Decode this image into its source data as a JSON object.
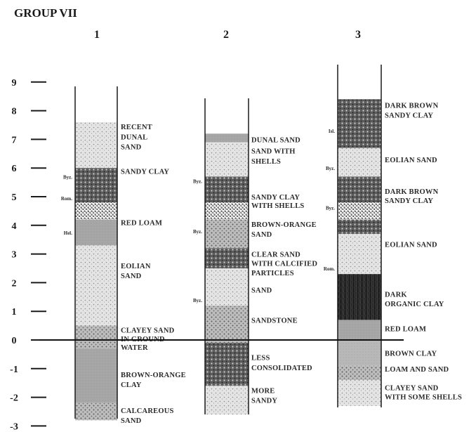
{
  "title": "GROUP VII",
  "column_numbers": [
    "1",
    "2",
    "3"
  ],
  "depth_ticks": [
    "9",
    "8",
    "7",
    "6",
    "5",
    "4",
    "3",
    "2",
    "1",
    "0",
    "-1",
    "-2",
    "-3"
  ],
  "columns": [
    {
      "number": "1",
      "layers": [
        {
          "name": "recent-dunal-sand",
          "top": 7.6,
          "bottom": 6.0,
          "pattern": "dot-light"
        },
        {
          "name": "sandy-clay",
          "top": 6.0,
          "bottom": 4.8,
          "pattern": "dot-dark"
        },
        {
          "name": "white-band",
          "top": 4.8,
          "bottom": 4.2,
          "pattern": "hatch"
        },
        {
          "name": "red-loam",
          "top": 4.2,
          "bottom": 3.3,
          "pattern": "grey"
        },
        {
          "name": "eolian-sand",
          "top": 3.3,
          "bottom": 0.5,
          "pattern": "dot-light"
        },
        {
          "name": "clayey-sand",
          "top": 0.5,
          "bottom": -0.3,
          "pattern": "dot-mid"
        },
        {
          "name": "brown-orange-clay",
          "top": -0.3,
          "bottom": -2.2,
          "pattern": "grey"
        },
        {
          "name": "calcareous-sand",
          "top": -2.2,
          "bottom": -2.8,
          "pattern": "dot-mid"
        }
      ],
      "labels": [
        {
          "text": "RECENT",
          "y": 7.45
        },
        {
          "text": "DUNAL",
          "y": 7.1
        },
        {
          "text": "SAND",
          "y": 6.75
        },
        {
          "text": "SANDY CLAY",
          "y": 5.9
        },
        {
          "text": "RED LOAM",
          "y": 4.1
        },
        {
          "text": "EOLIAN",
          "y": 2.6
        },
        {
          "text": "SAND",
          "y": 2.25
        },
        {
          "text": "CLAYEY SAND",
          "y": 0.35
        },
        {
          "text": "IN GROUND",
          "y": 0.05
        },
        {
          "text": "WATER",
          "y": -0.25
        },
        {
          "text": "BROWN-ORANGE",
          "y": -1.2
        },
        {
          "text": "CLAY",
          "y": -1.55
        },
        {
          "text": "CALCAREOUS",
          "y": -2.45
        },
        {
          "text": "SAND",
          "y": -2.8
        }
      ],
      "side_labels": [
        {
          "text": "Byz.",
          "y": 5.7
        },
        {
          "text": "Rom.",
          "y": 4.95
        },
        {
          "text": "Hel.",
          "y": 3.75
        }
      ]
    },
    {
      "number": "2",
      "layers": [
        {
          "name": "dunal-sand",
          "top": 7.2,
          "bottom": 6.9,
          "pattern": "grey"
        },
        {
          "name": "sand-with-shells",
          "top": 6.9,
          "bottom": 5.7,
          "pattern": "dot-light"
        },
        {
          "name": "sandy-clay-with-shells",
          "top": 5.7,
          "bottom": 4.8,
          "pattern": "dot-dark"
        },
        {
          "name": "white-band",
          "top": 4.8,
          "bottom": 4.2,
          "pattern": "hatch"
        },
        {
          "name": "brown-orange-sand",
          "top": 4.2,
          "bottom": 3.2,
          "pattern": "dot-mid"
        },
        {
          "name": "clear-sand-calcified",
          "top": 3.2,
          "bottom": 2.5,
          "pattern": "dot-dark"
        },
        {
          "name": "sand",
          "top": 2.5,
          "bottom": 1.2,
          "pattern": "dot-light"
        },
        {
          "name": "sandstone",
          "top": 1.2,
          "bottom": -0.1,
          "pattern": "dot-mid"
        },
        {
          "name": "less-consolidated",
          "top": -0.1,
          "bottom": -1.6,
          "pattern": "dot-dark"
        },
        {
          "name": "more-sandy",
          "top": -1.6,
          "bottom": -2.6,
          "pattern": "dot-light"
        }
      ],
      "labels": [
        {
          "text": "DUNAL SAND",
          "y": 7.0
        },
        {
          "text": "SAND WITH",
          "y": 6.6
        },
        {
          "text": "SHELLS",
          "y": 6.25
        },
        {
          "text": "SANDY CLAY",
          "y": 5.0
        },
        {
          "text": "WITH SHELLS",
          "y": 4.7
        },
        {
          "text": "BROWN-ORANGE",
          "y": 4.05
        },
        {
          "text": "SAND",
          "y": 3.7
        },
        {
          "text": "CLEAR SAND",
          "y": 3.0
        },
        {
          "text": "WITH CALCIFIED",
          "y": 2.68
        },
        {
          "text": "PARTICLES",
          "y": 2.35
        },
        {
          "text": "SAND",
          "y": 1.75
        },
        {
          "text": "SANDSTONE",
          "y": 0.7
        },
        {
          "text": "LESS",
          "y": -0.6
        },
        {
          "text": "CONSOLIDATED",
          "y": -0.95
        },
        {
          "text": "MORE",
          "y": -1.75
        },
        {
          "text": "SANDY",
          "y": -2.1
        }
      ],
      "side_labels": [
        {
          "text": "Byz.",
          "y": 5.55
        },
        {
          "text": "Byz.",
          "y": 3.8
        },
        {
          "text": "Byz.",
          "y": 1.4
        }
      ]
    },
    {
      "number": "3",
      "layers": [
        {
          "name": "dark-brown-sandy-clay-top",
          "top": 8.4,
          "bottom": 6.7,
          "pattern": "dot-dark"
        },
        {
          "name": "eolian-sand-upper",
          "top": 6.7,
          "bottom": 5.7,
          "pattern": "dot-light"
        },
        {
          "name": "dark-brown-sandy-clay",
          "top": 5.7,
          "bottom": 4.8,
          "pattern": "dot-dark"
        },
        {
          "name": "white-band",
          "top": 4.8,
          "bottom": 4.2,
          "pattern": "hatch"
        },
        {
          "name": "dark-thin",
          "top": 4.2,
          "bottom": 3.7,
          "pattern": "dot-dark"
        },
        {
          "name": "eolian-sand",
          "top": 3.7,
          "bottom": 2.3,
          "pattern": "dot-light"
        },
        {
          "name": "dark-organic-clay",
          "top": 2.3,
          "bottom": 0.7,
          "pattern": "organic"
        },
        {
          "name": "red-loam",
          "top": 0.7,
          "bottom": 0.0,
          "pattern": "grey"
        },
        {
          "name": "brown-clay",
          "top": 0.0,
          "bottom": -0.9,
          "pattern": "grey-light"
        },
        {
          "name": "loam-and-sand",
          "top": -0.9,
          "bottom": -1.4,
          "pattern": "dot-mid"
        },
        {
          "name": "clayey-sand-shells",
          "top": -1.4,
          "bottom": -2.3,
          "pattern": "dot-light"
        }
      ],
      "labels": [
        {
          "text": "DARK BROWN",
          "y": 8.2
        },
        {
          "text": "SANDY CLAY",
          "y": 7.85
        },
        {
          "text": "EOLIAN SAND",
          "y": 6.3
        },
        {
          "text": "DARK BROWN",
          "y": 5.2
        },
        {
          "text": "SANDY CLAY",
          "y": 4.88
        },
        {
          "text": "EOLIAN SAND",
          "y": 3.35
        },
        {
          "text": "DARK",
          "y": 1.6
        },
        {
          "text": "ORGANIC CLAY",
          "y": 1.28
        },
        {
          "text": "RED LOAM",
          "y": 0.4
        },
        {
          "text": "BROWN CLAY",
          "y": -0.45
        },
        {
          "text": "LOAM AND SAND",
          "y": -1.0
        },
        {
          "text": "CLAYEY SAND",
          "y": -1.65
        },
        {
          "text": "WITH SOME SHELLS",
          "y": -1.97
        }
      ],
      "side_labels": [
        {
          "text": "Isl.",
          "y": 7.3
        },
        {
          "text": "Byz.",
          "y": 6.0
        },
        {
          "text": "Byz.",
          "y": 4.62
        },
        {
          "text": "Rom.",
          "y": 2.5
        }
      ]
    }
  ],
  "ground_water_level": 0,
  "colors": {
    "ink": "#1a1a1a",
    "dark": "#3d3d3d",
    "mid": "#7a7a7a",
    "grey": "#9a9a9a",
    "light": "#d8d8d8"
  }
}
